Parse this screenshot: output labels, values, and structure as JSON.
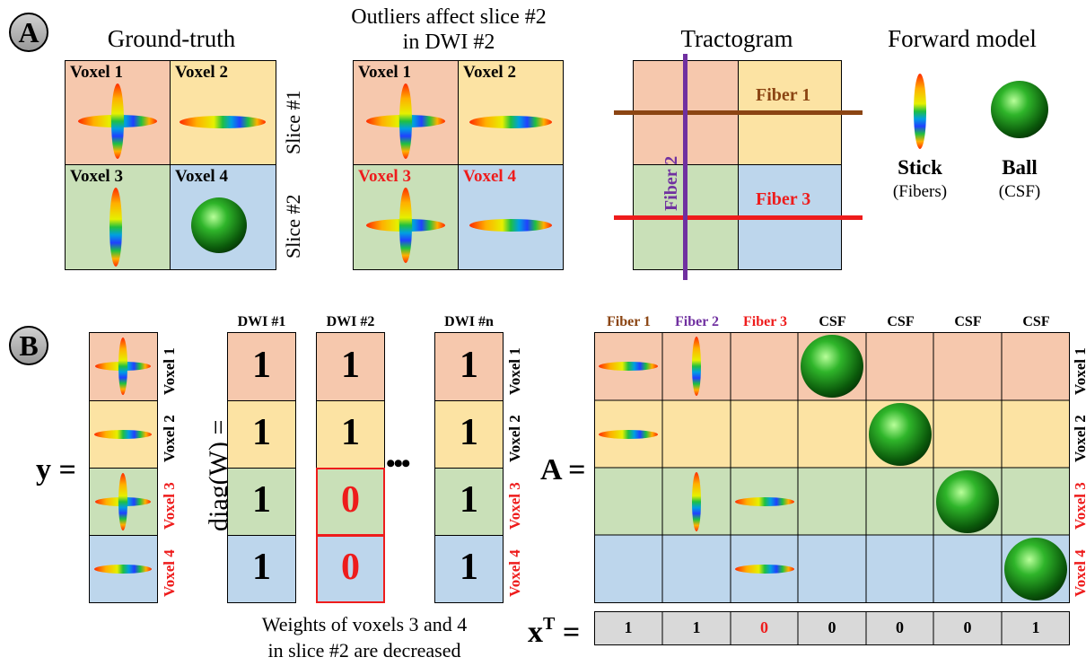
{
  "panel_a": {
    "badge": "A",
    "title_ground_truth": "Ground-truth",
    "title_outliers_line1": "Outliers affect slice #2",
    "title_outliers_line2": "in DWI #2",
    "title_tractogram": "Tractogram",
    "title_forward_model": "Forward model",
    "voxels": [
      "Voxel 1",
      "Voxel 2",
      "Voxel 3",
      "Voxel 4"
    ],
    "slice_labels": [
      "Slice #1",
      "Slice #2"
    ],
    "fibers": [
      "Fiber 1",
      "Fiber 2",
      "Fiber 3"
    ],
    "stick_label": "Stick",
    "stick_sub": "(Fibers)",
    "ball_label": "Ball",
    "ball_sub": "(CSF)"
  },
  "panel_b": {
    "badge": "B",
    "y_eq": "y =",
    "diag_eq": "diag(W) =",
    "a_eq": "A =",
    "x_eq": "x",
    "x_sup": "T",
    "x_eq_tail": "=",
    "dwi_headers": [
      "DWI #1",
      "DWI #2",
      "DWI #n"
    ],
    "dwi_values": [
      [
        "1",
        "1",
        "1",
        "1"
      ],
      [
        "1",
        "1",
        "0",
        "0"
      ],
      [
        "1",
        "1",
        "1",
        "1"
      ]
    ],
    "ellipsis": "•••",
    "row_labels": [
      "Voxel 1",
      "Voxel 2",
      "Voxel 3",
      "Voxel 4"
    ],
    "a_headers": [
      "Fiber 1",
      "Fiber 2",
      "Fiber 3",
      "CSF",
      "CSF",
      "CSF",
      "CSF"
    ],
    "x_values": [
      "1",
      "1",
      "0",
      "0",
      "0",
      "0",
      "1"
    ],
    "caption_line1": "Weights of voxels 3 and 4",
    "caption_line2": "in slice #2 are decreased"
  },
  "colors": {
    "peach": "#f6c8ad",
    "yellow": "#fce3a3",
    "green": "#c9e0b8",
    "blue": "#bdd6ec",
    "red": "#ee1c1c",
    "fiber1": "#8b4513",
    "fiber2": "#7030a0",
    "fiber3": "#ee1c1c"
  }
}
